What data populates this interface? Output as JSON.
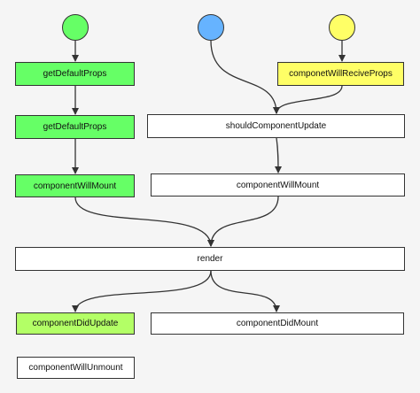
{
  "nodes": {
    "getDefaultProps1": "getDefaultProps",
    "getDefaultProps2": "getDefaultProps",
    "componentWillMount_left": "componentWillMount",
    "componentWillReciveProps": "componetWillReciveProps",
    "shouldComponentUpdate": "shouldComponentUpdate",
    "componentWillMount_right": "componentWillMount",
    "render": "render",
    "componentDidUpdate": "componentDidUpdate",
    "componentDidMount": "componentDidMount",
    "componentWillUnmount": "componentWillUnmount"
  },
  "colors": {
    "start_green": "#66ff66",
    "start_blue": "#66b3ff",
    "start_yellow": "#ffff66",
    "box_green": "#66ff66",
    "box_lightgreen": "#b3ff66",
    "box_yellow": "#ffff66",
    "box_white": "#ffffff",
    "line": "#333333"
  }
}
